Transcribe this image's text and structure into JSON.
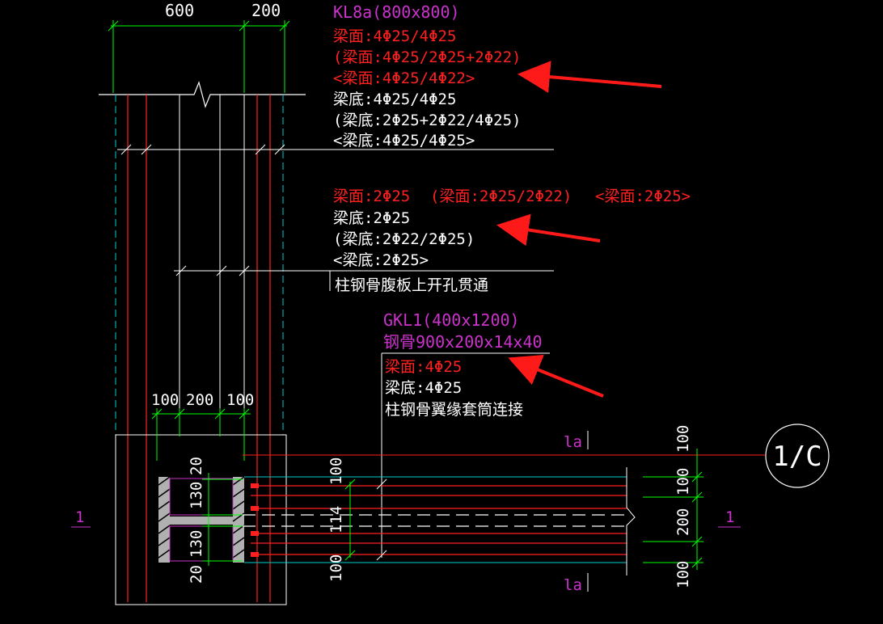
{
  "top_dims": [
    "600",
    "200"
  ],
  "kl8a": {
    "title": "KL8a(800x800)",
    "lines_red": [
      "梁面:4Φ25/4Φ25",
      "(梁面:4Φ25/2Φ25+2Φ22)",
      "<梁面:4Φ25/4Φ22>"
    ],
    "lines_white": [
      "梁底:4Φ25/4Φ25",
      "(梁底:2Φ25+2Φ22/4Φ25)",
      "<梁底:4Φ25/4Φ25>"
    ]
  },
  "mid": {
    "red": [
      "梁面:2Φ25",
      "(梁面:2Φ25/2Φ22)",
      "<梁面:2Φ25>"
    ],
    "white": [
      "梁底:2Φ25",
      "(梁底:2Φ22/2Φ25)",
      "<梁底:2Φ25>"
    ],
    "note": "柱钢骨腹板上开孔贯通"
  },
  "gkl": {
    "title": "GKL1(400x1200)",
    "steel": "钢骨900x200x14x40",
    "red": "梁面:4Φ25",
    "white": "梁底:4Φ25",
    "note": "柱钢骨翼缘套筒连接"
  },
  "col_dims": [
    "100",
    "200",
    "100"
  ],
  "left_vdims": [
    "20",
    "130",
    "130",
    "20"
  ],
  "mid_vdims": [
    "100",
    "114",
    "100"
  ],
  "right_vdims": [
    "100",
    "100",
    "200",
    "100"
  ],
  "la_labels": [
    "la",
    "la"
  ],
  "section_marks": [
    "1",
    "1"
  ],
  "axis_label": "1/C",
  "colors": {
    "background": "#000000",
    "dim_line": "#00ff00",
    "red_line": "#ff0000",
    "cyan_line": "#00cccc",
    "magenta_text": "#cc33cc",
    "white_text": "#ffffff",
    "arrow": "#ff1a1a"
  }
}
